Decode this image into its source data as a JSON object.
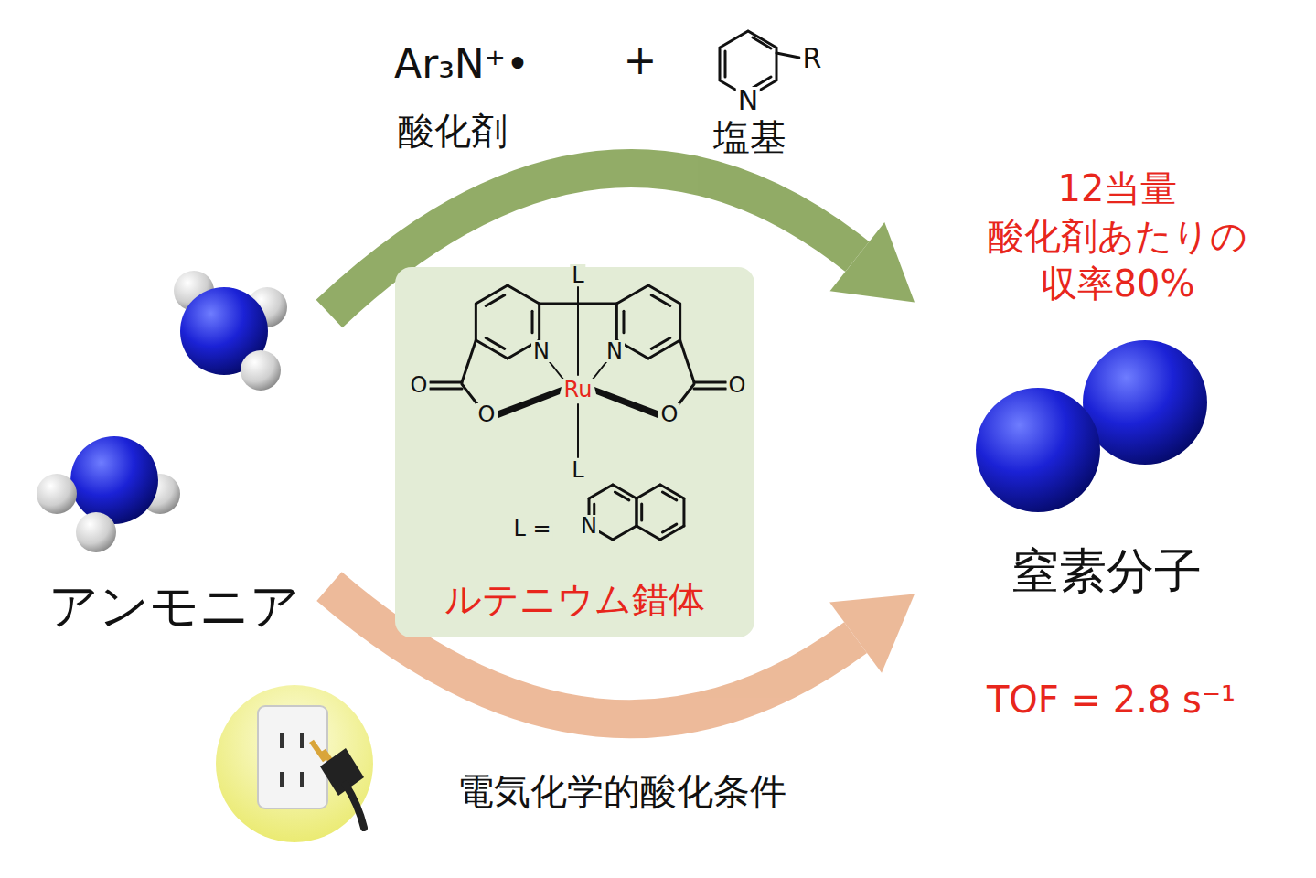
{
  "diagram": {
    "nodes": [
      {
        "text": [
          "アンモニア"
        ]
      },
      {
        "text": [
          "ルテニウム錯体"
        ]
      },
      {
        "text": [
          "窒素分子"
        ]
      }
    ],
    "edges": [
      {
        "from": 0,
        "to": 2,
        "arrow": "to"
      },
      {
        "from": 0,
        "to": 2,
        "arrow": "to"
      }
    ],
    "labels": [
      "Ar₃N⁺•",
      "+",
      "R",
      "N",
      "酸化剤",
      "塩基",
      "12当量 酸化剤あたりの 収率80%",
      "L",
      "N",
      "N",
      "O",
      "Ru",
      "O",
      "O",
      "O",
      "L",
      "L =",
      "N",
      "TOF = 2.8 s⁻¹",
      "電気化学的酸化条件"
    ]
  }
}
